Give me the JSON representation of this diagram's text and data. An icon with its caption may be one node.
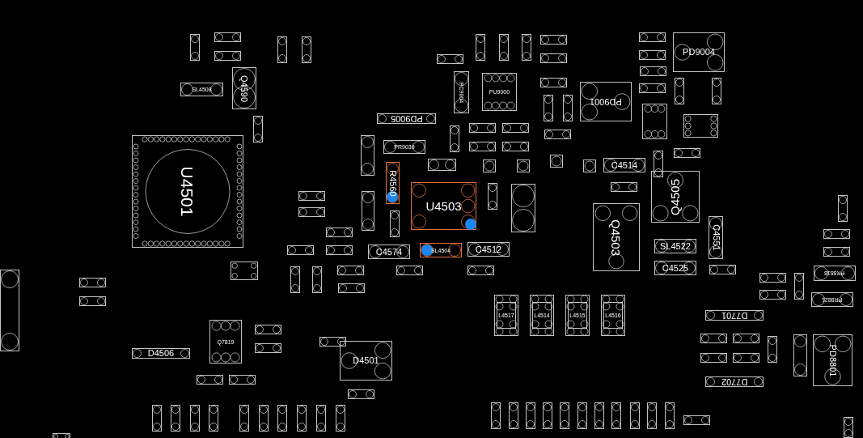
{
  "diagram": {
    "nodes": [
      {
        "text": [
          "U4501"
        ]
      },
      {
        "text": [
          "Q4590"
        ]
      },
      {
        "text": [
          "SL4508"
        ]
      },
      {
        "text": [
          "PD9005"
        ]
      },
      {
        "text": [
          "PC9004"
        ]
      },
      {
        "text": [
          "PU9000"
        ]
      },
      {
        "text": [
          "PD9001"
        ]
      },
      {
        "text": [
          "PD9004"
        ]
      },
      {
        "text": [
          "PR9030"
        ]
      },
      {
        "text": [
          "R4560"
        ]
      },
      {
        "text": [
          "U4503"
        ]
      },
      {
        "text": [
          "SL4504"
        ]
      },
      {
        "text": [
          "C4574"
        ]
      },
      {
        "text": [
          "C4512"
        ]
      },
      {
        "text": [
          "C4514"
        ]
      },
      {
        "text": [
          "Q4505"
        ]
      },
      {
        "text": [
          "Q4503"
        ]
      },
      {
        "text": [
          "SL4522"
        ]
      },
      {
        "text": [
          "C4551"
        ]
      },
      {
        "text": [
          "C4525"
        ]
      },
      {
        "text": [
          "L4517"
        ]
      },
      {
        "text": [
          "L4514"
        ]
      },
      {
        "text": [
          "L4515"
        ]
      },
      {
        "text": [
          "L4516"
        ]
      },
      {
        "text": [
          "D7701"
        ]
      },
      {
        "text": [
          "D7702"
        ]
      },
      {
        "text": [
          "PD8801"
        ]
      },
      {
        "text": [
          "PR8818"
        ]
      },
      {
        "text": [
          "PR8821"
        ]
      },
      {
        "text": [
          "D4506"
        ]
      },
      {
        "text": [
          "Q7819"
        ]
      },
      {
        "text": [
          "D4501"
        ]
      },
      {
        "text": [],
        "shape": "box"
      },
      {
        "text": [],
        "shape": "box"
      },
      {
        "text": [],
        "shape": "box"
      },
      {
        "text": [],
        "shape": "box"
      },
      {
        "text": [],
        "shape": "box"
      },
      {
        "text": [],
        "shape": "box"
      },
      {
        "text": [],
        "shape": "box"
      },
      {
        "text": [],
        "shape": "box"
      },
      {
        "text": [],
        "shape": "box"
      },
      {
        "text": [],
        "shape": "box"
      },
      {
        "text": [],
        "shape": "box"
      },
      {
        "text": [],
        "shape": "box"
      },
      {
        "text": [],
        "shape": "box"
      },
      {
        "text": [],
        "shape": "box"
      },
      {
        "text": [],
        "shape": "box"
      },
      {
        "text": [],
        "shape": "box"
      },
      {
        "text": [],
        "shape": "box"
      },
      {
        "text": [],
        "shape": "box"
      },
      {
        "text": [],
        "shape": "box"
      },
      {
        "text": [],
        "shape": "box"
      },
      {
        "text": [],
        "shape": "box"
      },
      {
        "text": [],
        "shape": "box"
      },
      {
        "text": [],
        "shape": "box"
      },
      {
        "text": [],
        "shape": "box"
      },
      {
        "text": [],
        "shape": "box"
      },
      {
        "text": [],
        "shape": "box"
      },
      {
        "text": [],
        "shape": "box"
      },
      {
        "text": [],
        "shape": "box"
      },
      {
        "text": [],
        "shape": "box"
      },
      {
        "text": [],
        "shape": "box"
      },
      {
        "text": [],
        "shape": "box"
      },
      {
        "text": [],
        "shape": "box"
      },
      {
        "text": [],
        "shape": "box"
      },
      {
        "text": [],
        "shape": "box"
      },
      {
        "text": [],
        "shape": "box"
      },
      {
        "text": [],
        "shape": "box"
      },
      {
        "text": [],
        "shape": "box"
      },
      {
        "text": [],
        "shape": "box"
      },
      {
        "text": [],
        "shape": "box"
      },
      {
        "text": [],
        "shape": "box"
      },
      {
        "text": [],
        "shape": "box"
      },
      {
        "text": [],
        "shape": "box"
      },
      {
        "text": [],
        "shape": "box"
      },
      {
        "text": [],
        "shape": "box"
      },
      {
        "text": [],
        "shape": "box"
      },
      {
        "text": [],
        "shape": "box"
      },
      {
        "text": [],
        "shape": "box"
      },
      {
        "text": [],
        "shape": "box"
      },
      {
        "text": [],
        "shape": "box"
      },
      {
        "text": [],
        "shape": "box"
      },
      {
        "text": [],
        "shape": "box"
      },
      {
        "text": [],
        "shape": "box"
      },
      {
        "text": [],
        "shape": "box"
      },
      {
        "text": [],
        "shape": "box"
      },
      {
        "text": [],
        "shape": "box"
      },
      {
        "text": [],
        "shape": "box"
      },
      {
        "text": [],
        "shape": "box"
      },
      {
        "text": [],
        "shape": "box"
      },
      {
        "text": [],
        "shape": "box"
      },
      {
        "text": [],
        "shape": "box"
      },
      {
        "text": [],
        "shape": "box"
      },
      {
        "text": [],
        "shape": "box"
      },
      {
        "text": [],
        "shape": "box"
      },
      {
        "text": [],
        "shape": "box"
      },
      {
        "text": [],
        "shape": "box"
      },
      {
        "text": [],
        "shape": "box"
      },
      {
        "text": [],
        "shape": "box"
      },
      {
        "text": [],
        "shape": "box"
      },
      {
        "text": [],
        "shape": "box"
      },
      {
        "text": [],
        "shape": "box"
      },
      {
        "text": [],
        "shape": "box"
      },
      {
        "text": [],
        "shape": "box"
      },
      {
        "text": [],
        "shape": "box"
      },
      {
        "text": [],
        "shape": "box"
      },
      {
        "text": [],
        "shape": "box"
      },
      {
        "text": [],
        "shape": "box"
      },
      {
        "text": [],
        "shape": "box"
      },
      {
        "text": [],
        "shape": "box"
      },
      {
        "text": [],
        "shape": "box"
      },
      {
        "text": [],
        "shape": "box"
      },
      {
        "text": [],
        "shape": "box"
      },
      {
        "text": [],
        "shape": "box"
      },
      {
        "text": [],
        "shape": "box"
      },
      {
        "text": [],
        "shape": "box"
      },
      {
        "text": [],
        "shape": "box"
      },
      {
        "text": [],
        "shape": "box"
      },
      {
        "text": [],
        "shape": "box"
      },
      {
        "text": [],
        "shape": "box"
      },
      {
        "text": [],
        "shape": "box"
      },
      {
        "text": [],
        "shape": "box"
      },
      {
        "text": [],
        "shape": "box"
      },
      {
        "text": [],
        "shape": "box"
      },
      {
        "text": [],
        "shape": "box"
      },
      {
        "text": [],
        "shape": "box"
      },
      {
        "text": [],
        "shape": "box"
      },
      {
        "text": [],
        "shape": "box"
      },
      {
        "text": [],
        "shape": "box"
      },
      {
        "text": [],
        "shape": "box"
      },
      {
        "text": [],
        "shape": "box"
      },
      {
        "text": [],
        "shape": "box"
      }
    ]
  }
}
